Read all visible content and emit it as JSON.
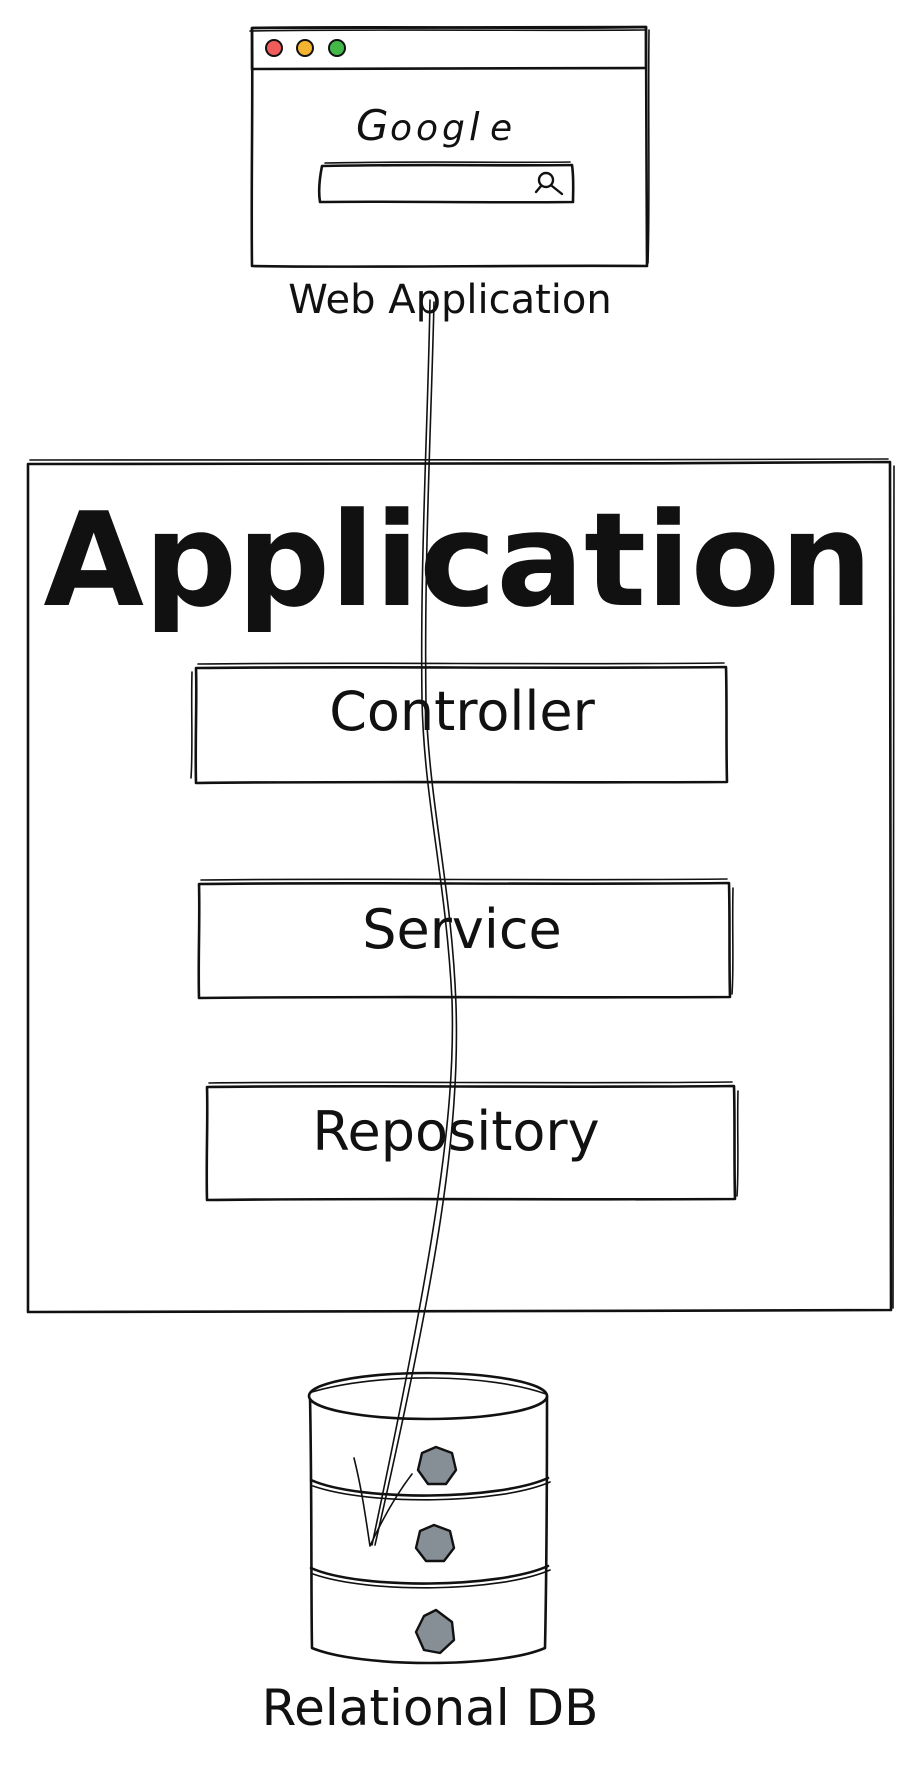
{
  "web_app": {
    "logo_letters": [
      "G",
      "o",
      "o",
      "g",
      "l",
      "e"
    ],
    "logo_colors": [
      "#4285F4",
      "#EA4335",
      "#FBBC05",
      "#4285F4",
      "#34A853",
      "#EA4335"
    ],
    "window_dot_colors": [
      "#ee5c5c",
      "#f2b431",
      "#44b749"
    ],
    "label": "Web Application"
  },
  "application": {
    "title": "Application",
    "layers": [
      "Controller",
      "Service",
      "Repository"
    ]
  },
  "database": {
    "label": "Relational DB"
  },
  "colors": {
    "ink": "#111111",
    "app_fill": "#eeeeee",
    "browser_bar": "#ced4da",
    "db_fill": "#ced4da",
    "db_knob": "#868e96"
  }
}
